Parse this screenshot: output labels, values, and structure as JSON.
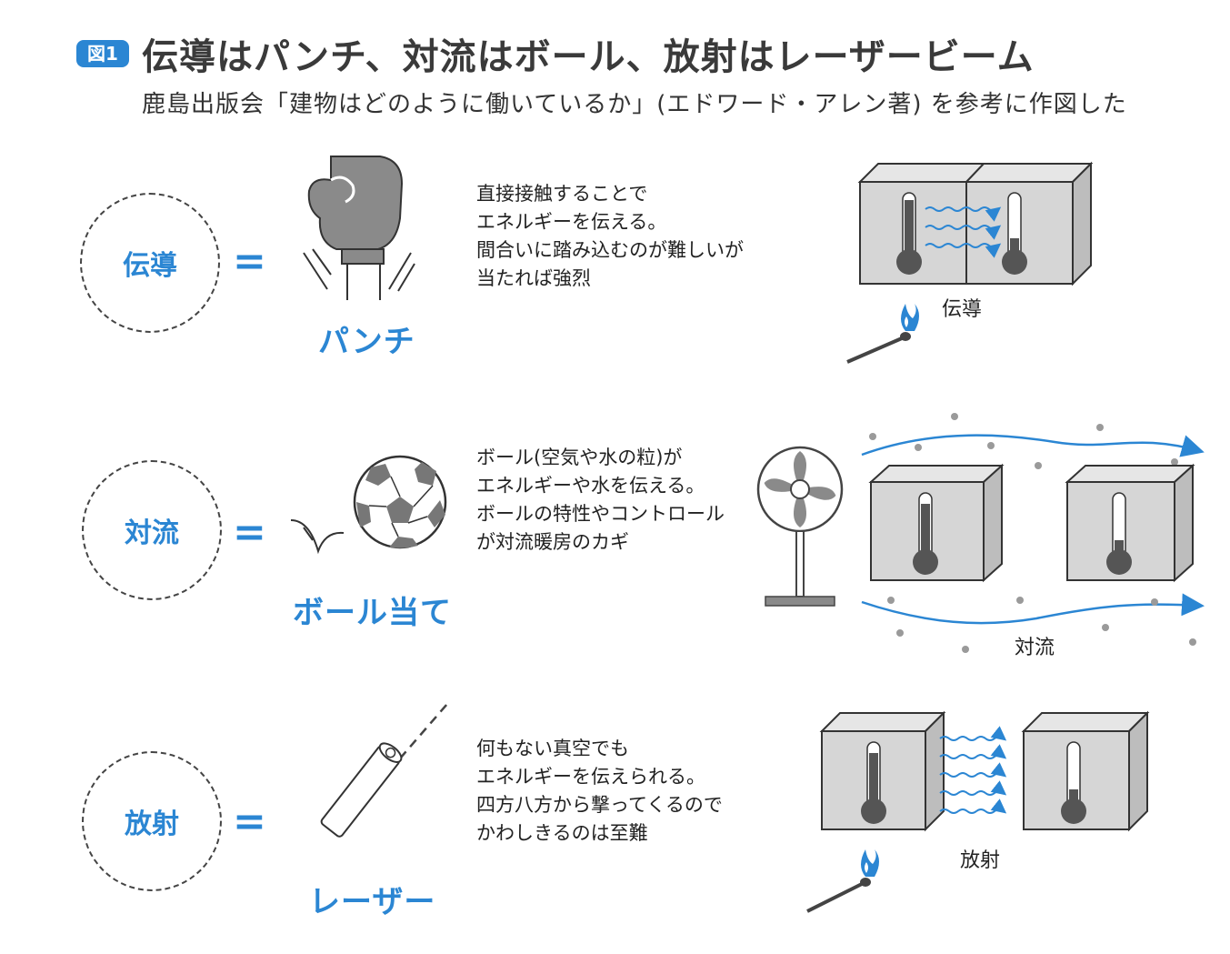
{
  "header": {
    "badge": "図1",
    "title": "伝導はパンチ、対流はボール、放射はレーザービーム",
    "subtitle": "鹿島出版会「建物はどのように働いているか」(エドワード・アレン著) を参考に作図した"
  },
  "rows": [
    {
      "term": "伝導",
      "equals": "=",
      "metaphor": "パンチ",
      "desc": [
        "直接接触することで",
        "エネルギーを伝える。",
        "間合いに踏み込むのが難しいが",
        "当たれば強烈"
      ],
      "diagram_label": "伝導"
    },
    {
      "term": "対流",
      "equals": "=",
      "metaphor": "ボール当て",
      "desc": [
        "ボール(空気や水の粒)が",
        "エネルギーや水を伝える。",
        "ボールの特性やコントロール",
        "が対流暖房のカギ"
      ],
      "diagram_label": "対流"
    },
    {
      "term": "放射",
      "equals": "=",
      "metaphor": "レーザー",
      "desc": [
        "何もない真空でも",
        "エネルギーを伝えられる。",
        "四方八方から撃ってくるので",
        "かわしきるのは至難"
      ],
      "diagram_label": "放射"
    }
  ],
  "colors": {
    "accent": "#2b86d3",
    "box_fill": "#d6d6d6",
    "box_side": "#bdbdbd",
    "thermo": "#555555"
  }
}
